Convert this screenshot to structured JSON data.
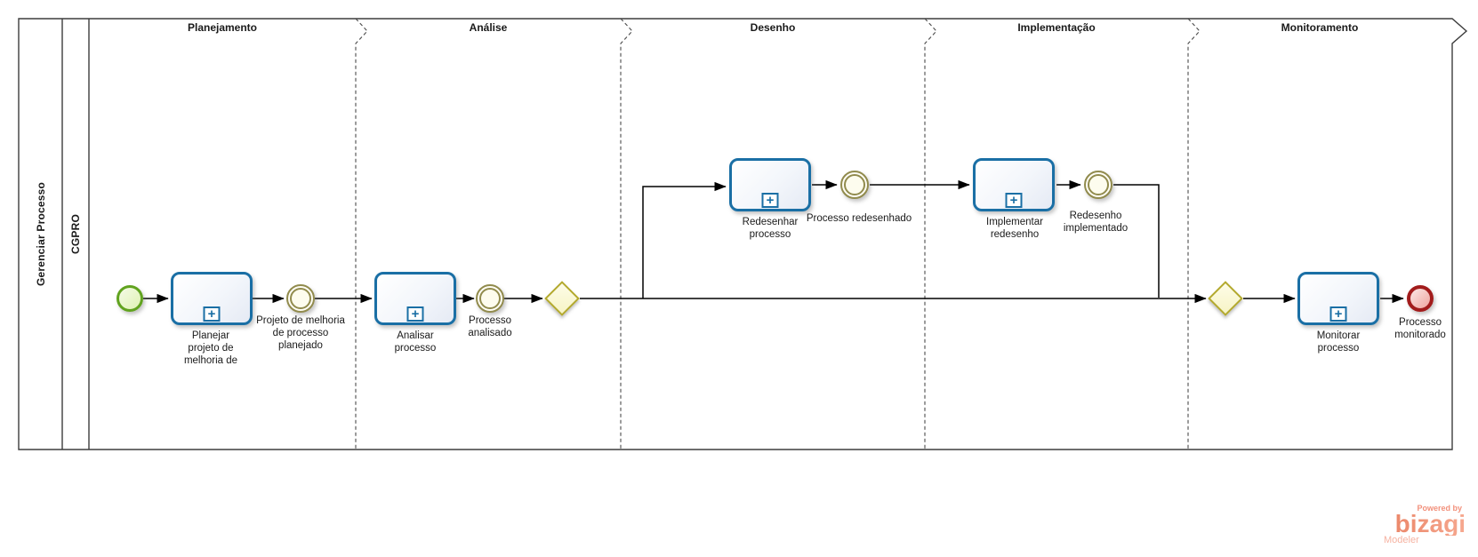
{
  "diagram": {
    "pool_title": "Gerenciar Processo",
    "lane_title": "CGPRO",
    "phases": [
      {
        "label": "Planejamento"
      },
      {
        "label": "Análise"
      },
      {
        "label": "Desenho"
      },
      {
        "label": "Implementação"
      },
      {
        "label": "Monitoramento"
      }
    ],
    "nodes": {
      "start": {
        "type": "start-event",
        "label": ""
      },
      "planejar": {
        "type": "subprocess",
        "label": "Planejar\nprojeto de\nmelhoria de"
      },
      "projeto_planejado": {
        "type": "intermediate-event",
        "label": "Projeto de melhoria\nde processo\nplanejado"
      },
      "analisar": {
        "type": "subprocess",
        "label": "Analisar\nprocesso"
      },
      "processo_analisado": {
        "type": "intermediate-event",
        "label": "Processo\nanalisado"
      },
      "gateway_1": {
        "type": "exclusive-gateway",
        "label": ""
      },
      "redesenhar": {
        "type": "subprocess",
        "label": "Redesenhar\nprocesso"
      },
      "processo_redesenhado": {
        "type": "intermediate-event",
        "label": "Processo redesenhado"
      },
      "implementar": {
        "type": "subprocess",
        "label": "Implementar\nredesenho"
      },
      "redesenho_implementado": {
        "type": "intermediate-event",
        "label": "Redesenho\nimplementado"
      },
      "gateway_2": {
        "type": "exclusive-gateway",
        "label": ""
      },
      "monitorar": {
        "type": "subprocess",
        "label": "Monitorar\nprocesso"
      },
      "processo_monitorado": {
        "type": "end-event",
        "label": "Processo\nmonitorado"
      }
    },
    "colors": {
      "task_border": "#1a6fa5",
      "start_event": "#61a31f",
      "intermediate_event": "#918b4d",
      "gateway": "#b3a92c",
      "end_event": "#a21c1c",
      "flow": "#000000",
      "brand": "#ee8b70"
    }
  },
  "branding": {
    "powered_by": "Powered by",
    "name": "bizagi",
    "product": "Modeler"
  }
}
